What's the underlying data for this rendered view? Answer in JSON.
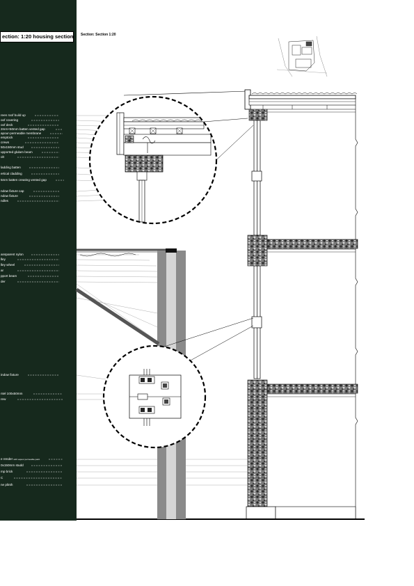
{
  "header": {
    "title": "ection: 1:20 housing section",
    "section_label": "Section: Section 1:20"
  },
  "legend": [
    "reen roof build up",
    "oof covering",
    "oof deck",
    "2mm×50mm batten vented gap",
    "apour-permeable membrane",
    "emptock",
    "crews",
    "50x150mm stud",
    "upported glulam beam",
    "olt",
    "ladding batten",
    "ertical cladding",
    "5mm batten creating vented gap",
    "ndow fixture cap",
    "ndow fixture",
    "ndles",
    "ansparent nylon",
    "lley",
    "lley wheel",
    "ar",
    "pport beam",
    "der",
    "indow fixture",
    "ntel 100x50mm",
    "rew",
    "e render",
    "0x150mm studd",
    "mp brick",
    "C",
    "ne plinth"
  ],
  "legend_small_note": "with vapour permeable paint",
  "colors": {
    "sidebar": "#16291d",
    "legend_text": "#ffffff",
    "line": "#000000"
  }
}
